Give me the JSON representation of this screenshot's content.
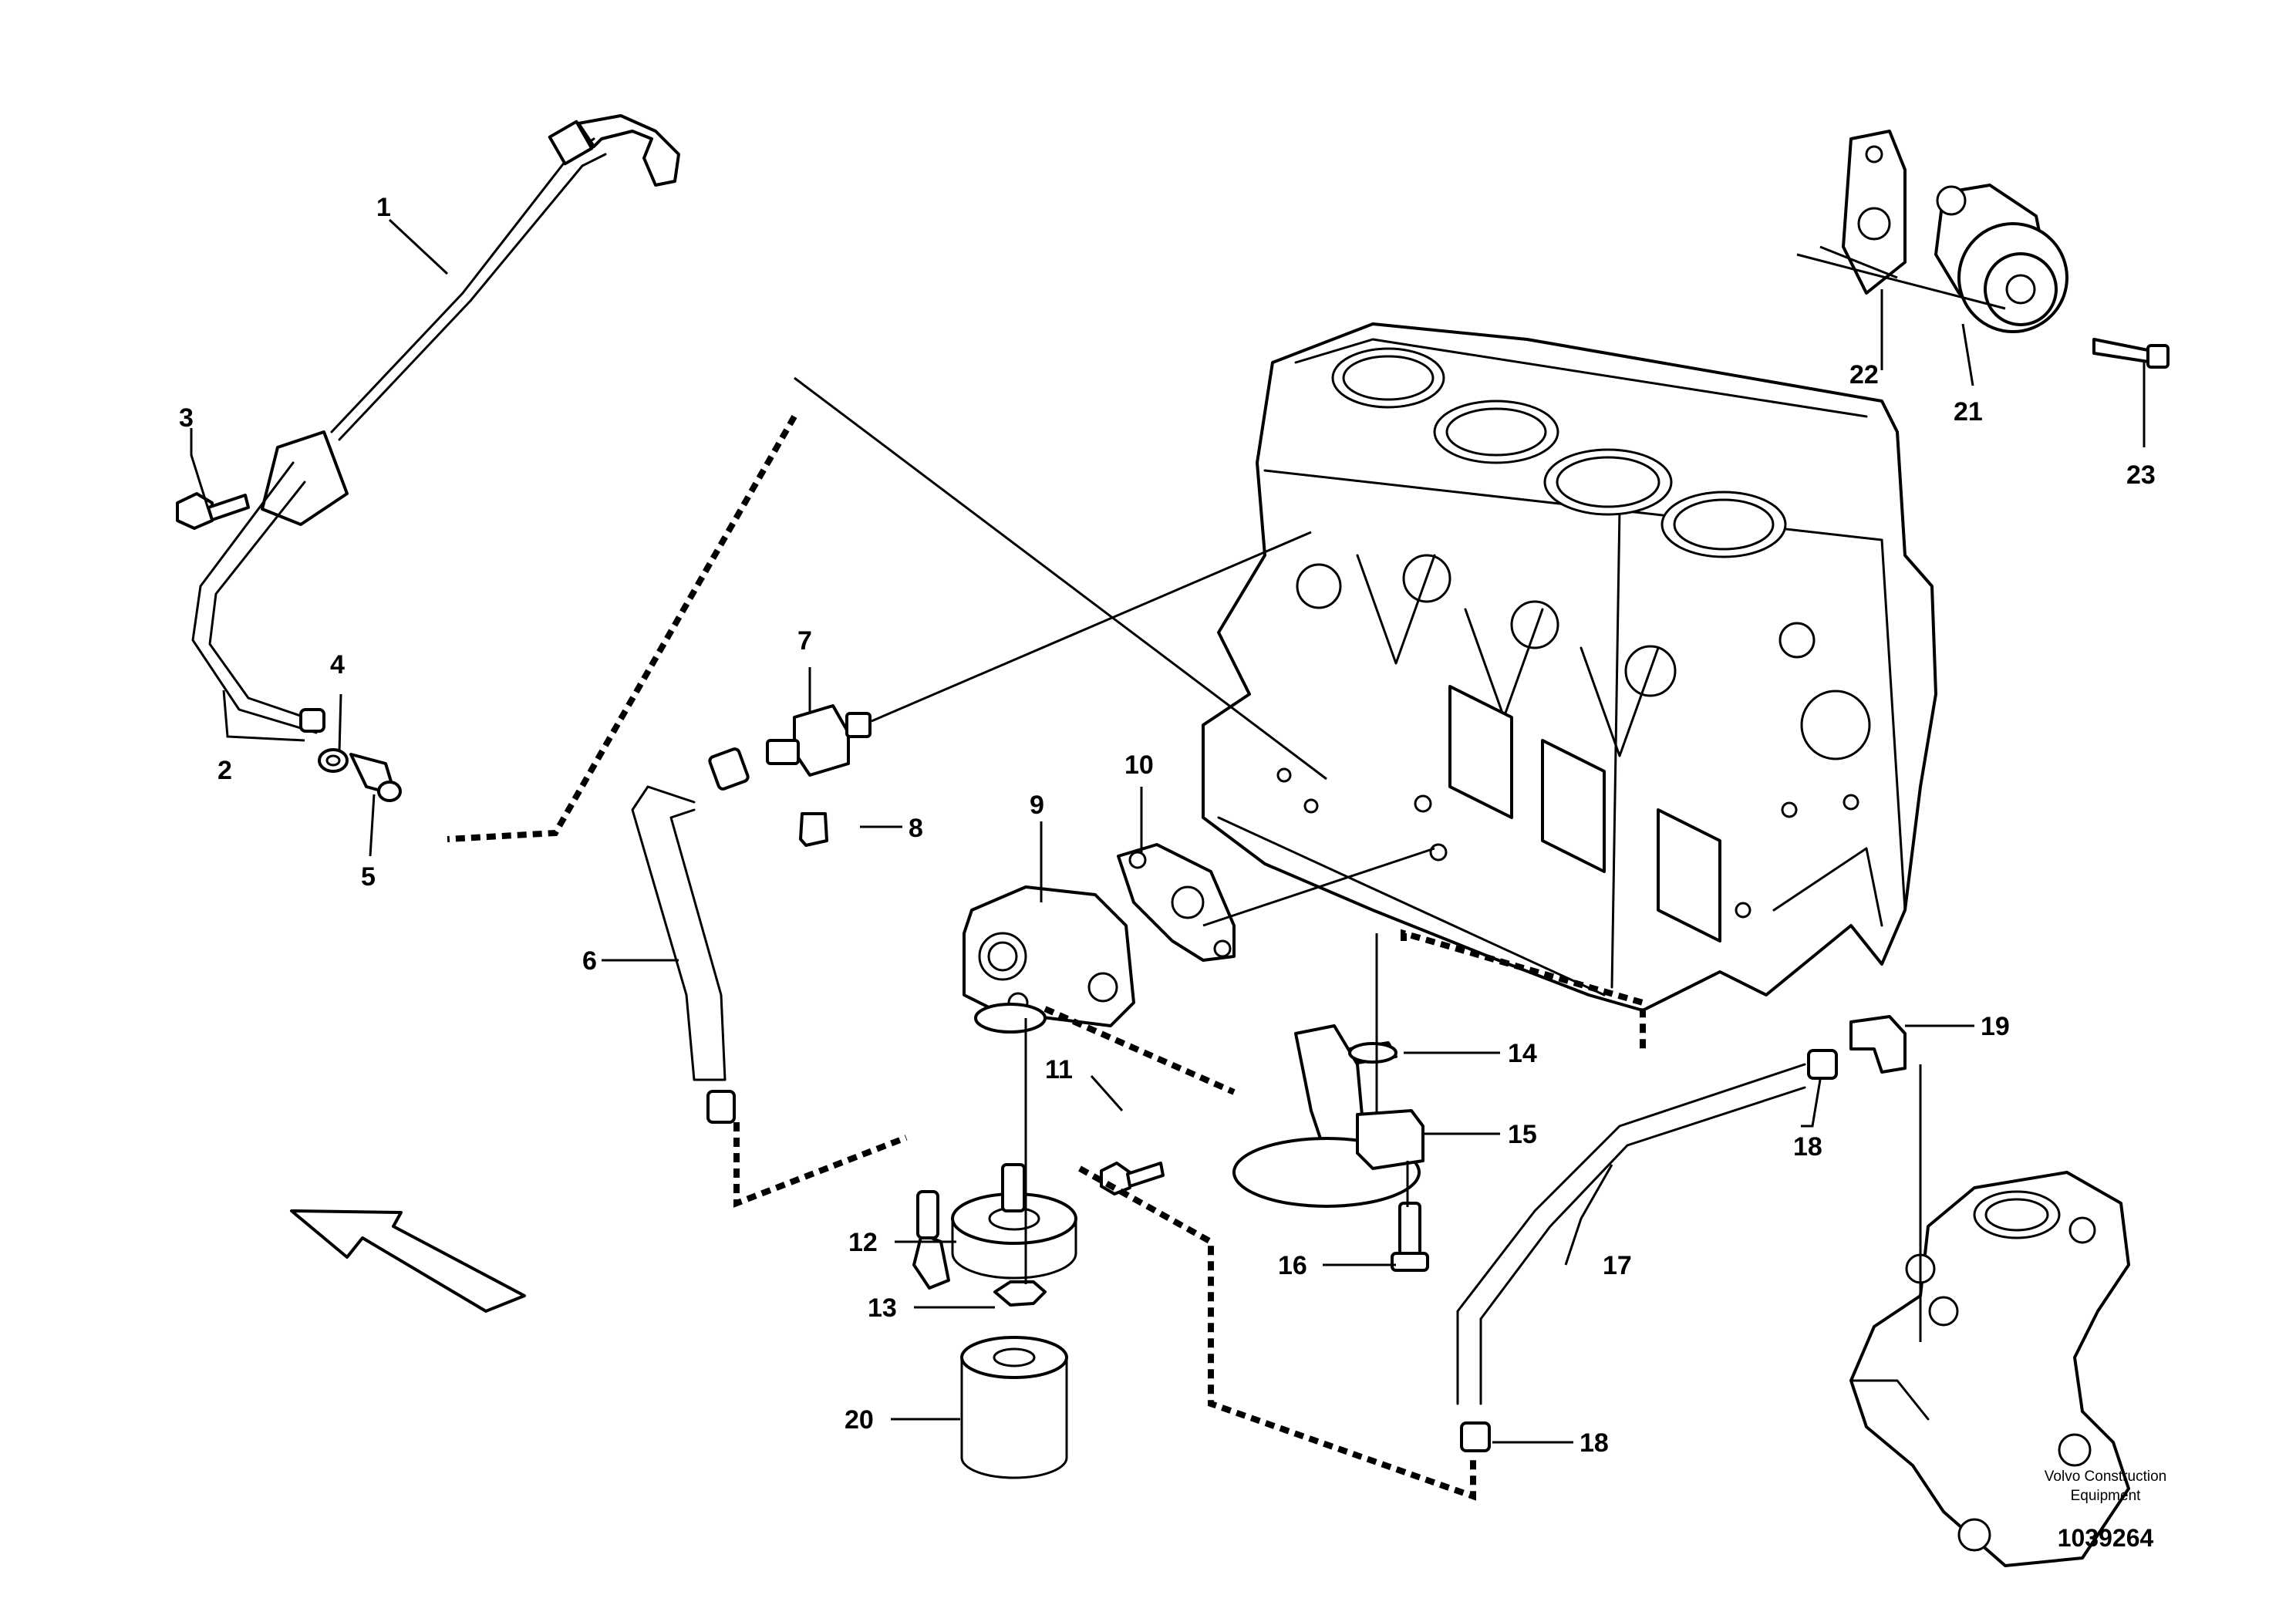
{
  "diagram": {
    "callouts": [
      "1",
      "2",
      "3",
      "4",
      "5",
      "6",
      "7",
      "8",
      "9",
      "10",
      "11",
      "12",
      "13",
      "14",
      "15",
      "16",
      "17",
      "18",
      "18",
      "19",
      "20",
      "21",
      "22",
      "23"
    ],
    "credit_line1": "Volvo Construction",
    "credit_line2": "Equipment",
    "document_number": "1039264"
  }
}
